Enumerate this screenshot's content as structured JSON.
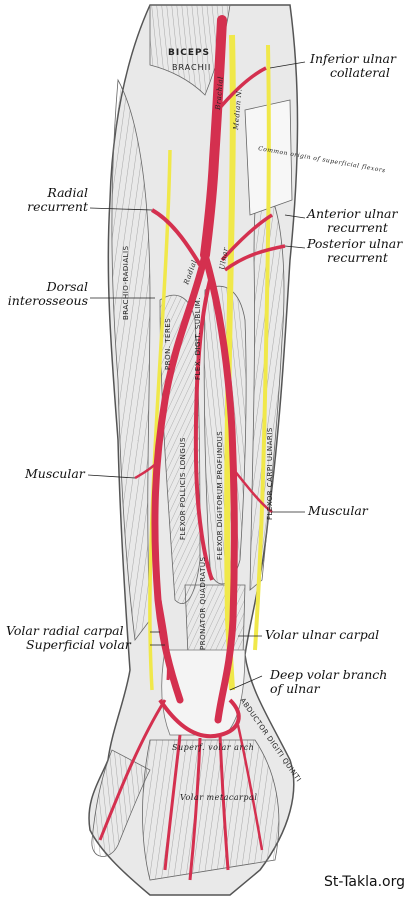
{
  "labels": {
    "inferior_ulnar_collateral": [
      "Inferior ulnar",
      "collateral"
    ],
    "radial_recurrent": [
      "Radial",
      "recurrent"
    ],
    "anterior_ulnar_recurrent": [
      "Anterior ulnar",
      "recurrent"
    ],
    "posterior_ulnar_recurrent": [
      "Posterior ulnar",
      "recurrent"
    ],
    "dorsal_interosseous": [
      "Dorsal",
      "interosseous"
    ],
    "muscular_left": "Muscular",
    "muscular_right": "Muscular",
    "volar_radial_carpal": "Volar radial carpal",
    "superficial_volar": "Superficial volar",
    "volar_ulnar_carpal": "Volar ulnar carpal",
    "deep_volar_branch": [
      "Deep volar branch",
      "of ulnar"
    ]
  },
  "muscle_labels": {
    "biceps": "BICEPS",
    "brachii": "BRACHII",
    "brachio_radialis": "BRACHIO-RADIALIS",
    "brachial": "Brachial",
    "median_n": "Median N.",
    "ulnar": "Ulnar",
    "radial": "Radial",
    "flexor_pollicis_longus": "FLEXOR POLLICIS LONGUS",
    "flexor_digitorum_profundus": "FLEXOR DIGITORUM PROFUNDUS",
    "flexor_carpi_ulnaris": "FLEXOR CARPI ULNARIS",
    "pronator_teres": "PRON. TERES",
    "flex_digit_sublim": "FLEX. DIGIT. SUBLIM.",
    "pronator_quadratus": "PRONATOR QUADRATUS",
    "abductor_digiti_quinti": "ABDUCTOR DIGITI QUINTI",
    "superficial_volar_arch": "Superf. volar arch",
    "volar_metacarpal": "Volar metacarpal",
    "common_origin": "Common origin of superficial flexors"
  },
  "watermark": "St-Takla.org",
  "colors": {
    "artery": "#d4304f",
    "nerve": "#f0e84a",
    "muscle_fill": "#ececec",
    "muscle_line": "#6f6f6f"
  }
}
